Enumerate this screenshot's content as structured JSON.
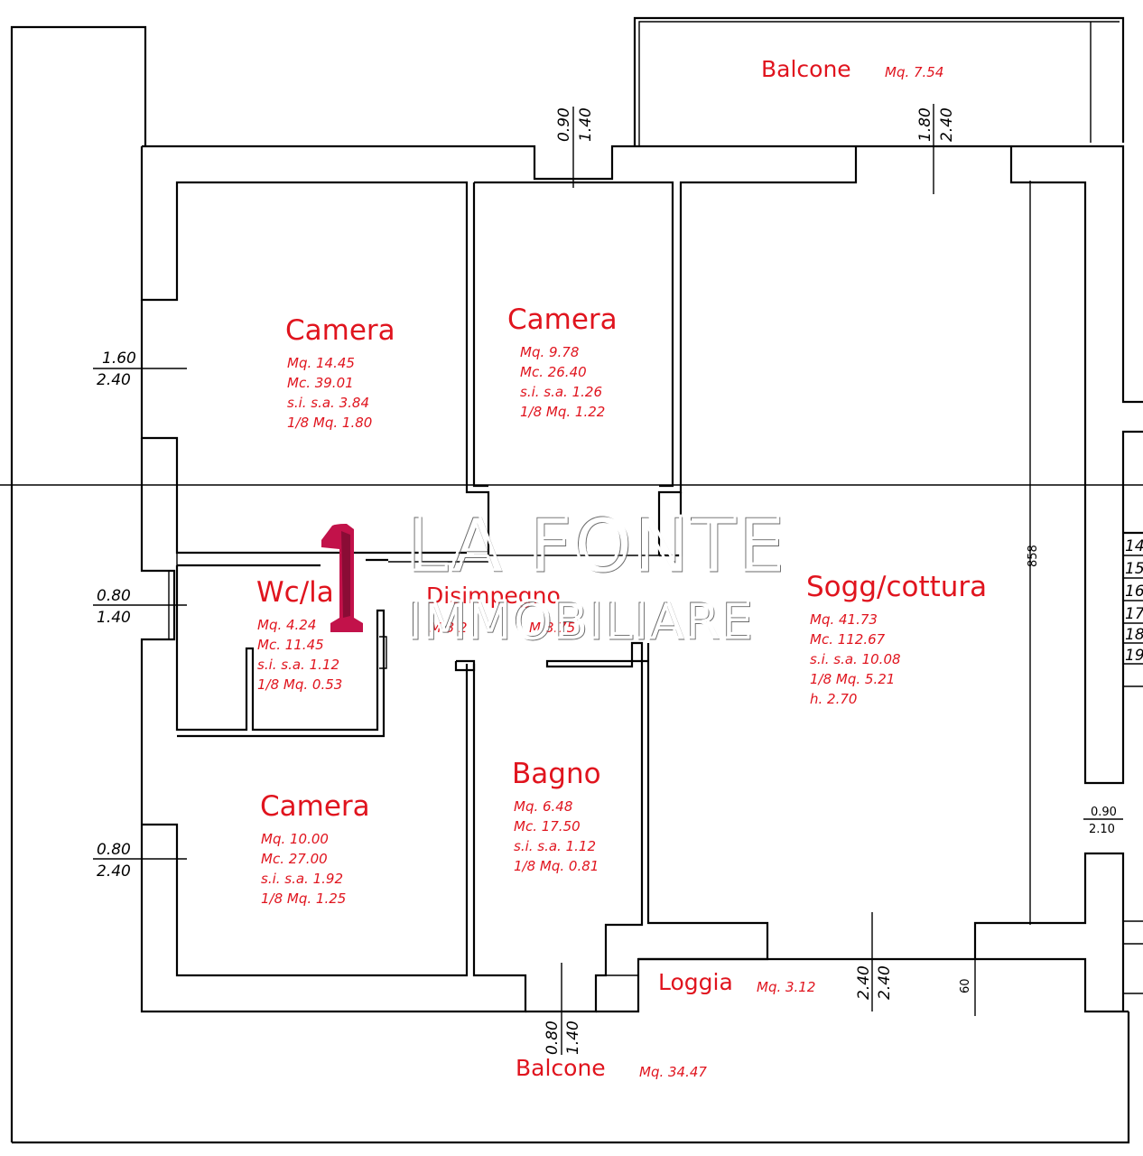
{
  "rooms": {
    "camera_1": {
      "title": "Camera",
      "lines": [
        "Mq.  14.45",
        "Mc.  39.01",
        "s.i.  s.a.  3.84",
        "1/8  Mq.  1.80"
      ]
    },
    "camera_2": {
      "title": "Camera",
      "lines": [
        "Mq.  9.78",
        "Mc.  26.40",
        "s.i.  s.a.  1.26",
        "1/8  Mq.  1.22"
      ]
    },
    "camera_3": {
      "title": "Camera",
      "lines": [
        "Mq.  10.00",
        "Mc.  27.00",
        "s.i.  s.a.  1.92",
        "1/8  Mq.  1.25"
      ]
    },
    "wc": {
      "title": "Wc/la",
      "lines": [
        "Mq.  4.24",
        "Mc.  11.45",
        "s.i.  s.a.  1.12",
        "1/8  Mq.  0.53"
      ]
    },
    "disimpegno": {
      "title": "Disimpegno",
      "lines": [
        "M   3.2",
        "M   8.75"
      ]
    },
    "soggiorno": {
      "title": "Sogg/cottura",
      "lines": [
        "Mq.  41.73",
        "Mc.  112.67",
        "s.i.  s.a.  10.08",
        "1/8  Mq.  5.21",
        "h.  2.70"
      ]
    },
    "bagno": {
      "title": "Bagno",
      "lines": [
        "Mq.  6.48",
        "Mc.  17.50",
        "s.i.  s.a.  1.12",
        "1/8  Mq.  0.81"
      ]
    },
    "balcone_top": {
      "title": "Balcone",
      "area": "Mq.  7.54"
    },
    "balcone_bottom": {
      "title": "Balcone",
      "area": "Mq.  34.47"
    },
    "loggia": {
      "title": "Loggia",
      "area": "Mq.  3.12"
    }
  },
  "dimensions": {
    "left_1": {
      "top": "1.60",
      "bottom": "2.40"
    },
    "left_2": {
      "top": "0.80",
      "bottom": "1.40"
    },
    "left_3": {
      "top": "0.80",
      "bottom": "2.40"
    },
    "right_door": {
      "top": "0.90",
      "bottom": "2.10"
    },
    "top_window": {
      "a": "0.90",
      "b": "1.40"
    },
    "top_right": {
      "a": "1.80",
      "b": "2.40"
    },
    "bottom_window": {
      "a": "0.80",
      "b": "1.40"
    },
    "bottom_right": {
      "a": "2.40",
      "b": "2.40"
    },
    "length": "858",
    "sixty": "60"
  },
  "stair_numbers": [
    "14",
    "15",
    "16",
    "17",
    "18",
    "19"
  ],
  "watermark": {
    "line1": "LA FONTE",
    "line2": "IMMOBILIARE",
    "logo_color": "#c2124a"
  },
  "colors": {
    "label_red": "#e0141e",
    "wall": "#000000"
  }
}
